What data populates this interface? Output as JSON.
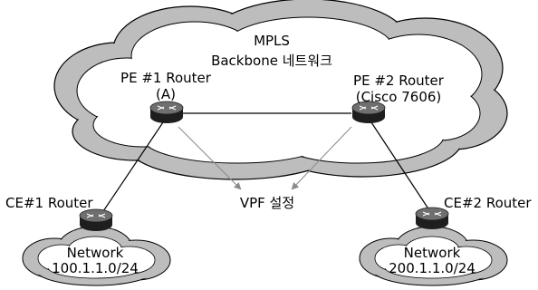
{
  "backbone": {
    "line1": "MPLS",
    "line2": "Backbone 네트워크"
  },
  "pe1": {
    "name": "PE #1 Router",
    "sub": "(A)"
  },
  "pe2": {
    "name": "PE #2 Router",
    "sub": "(Cisco 7606)"
  },
  "vpf": {
    "label": "VPF 설정"
  },
  "ce1": {
    "name": "CE#1 Router"
  },
  "ce2": {
    "name": "CE#2 Router"
  },
  "net1": {
    "line1": "Network",
    "line2": "100.1.1.0/24"
  },
  "net2": {
    "line1": "Network",
    "line2": "200.1.1.0/24"
  },
  "colors": {
    "cloud_outer": "#bdbdbd",
    "cloud_inner": "#ffffff",
    "router_top": "#6f6f6f",
    "router_body": "#1e1e1e",
    "link": "#000000",
    "pointer": "#8a8a8a"
  },
  "icons": {
    "router": "router-icon",
    "cloud": "cloud-icon",
    "arrow": "arrow-icon"
  }
}
